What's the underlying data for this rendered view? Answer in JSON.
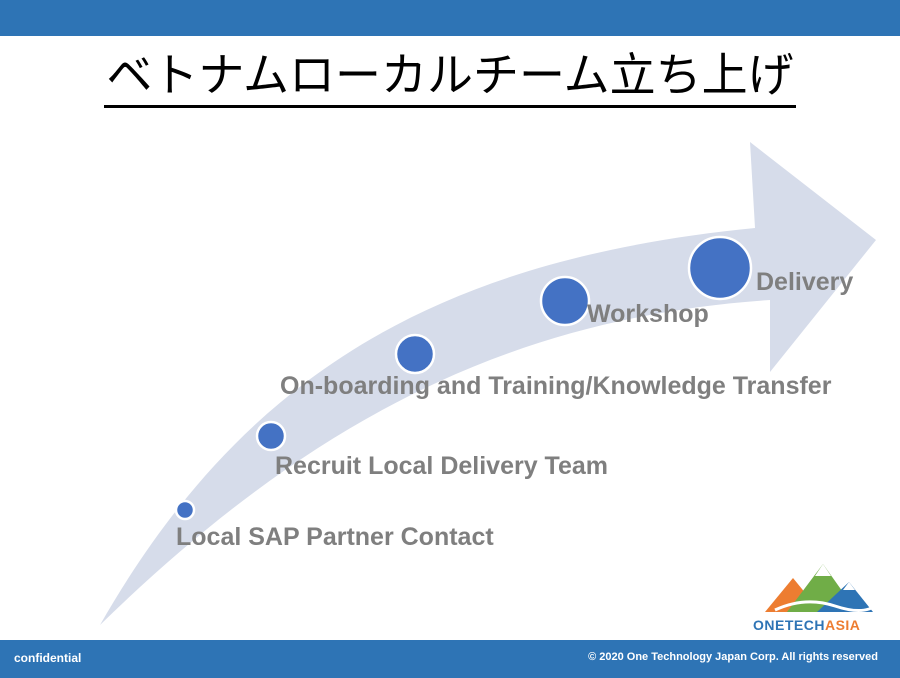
{
  "title": "ベトナムローカルチーム立ち上げ",
  "steps": [
    {
      "label": "Local SAP Partner Contact"
    },
    {
      "label": "Recruit Local Delivery Team"
    },
    {
      "label": "On-boarding and Training/Knowledge Transfer"
    },
    {
      "label": "Workshop"
    },
    {
      "label": "Delivery"
    }
  ],
  "footer": {
    "left": "confidential",
    "right": "©  2020 One Technology Japan Corp.  All rights reserved"
  },
  "logo": {
    "text_part1": "ONETECH",
    "text_part2": "ASIA",
    "icon": "mountain-logo-icon"
  },
  "colors": {
    "bar": "#2e74b5",
    "arrow": "#d6dcea",
    "dot": "#4472c4",
    "label": "#7f7f7f",
    "logo_text_blue": "#2e74b5",
    "logo_text_orange": "#ed7d31"
  }
}
